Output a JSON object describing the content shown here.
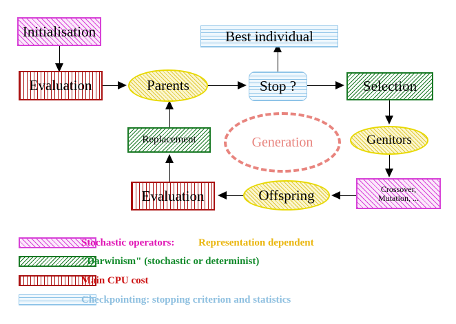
{
  "diagram": {
    "title": "Evolutionary algorithm cycle",
    "nodes": {
      "initialisation": "Initialisation",
      "evaluation_top": "Evaluation",
      "parents": "Parents",
      "best_individual": "Best individual",
      "stop": "Stop ?",
      "selection": "Selection",
      "replacement": "Replacement",
      "generation": "Generation",
      "genitors": "Genitors",
      "evaluation_bottom": "Evaluation",
      "offspring": "Offspring",
      "operators_line1": "Crossover,",
      "operators_line2": "Mutation, ..."
    }
  },
  "legend": {
    "rows": [
      {
        "swatch": "magenta-diagonal-hatch",
        "label": "Stochastic operators:",
        "label2": "Representation dependent"
      },
      {
        "swatch": "green-diagonal-hatch",
        "label": "\"Darwinism\" (stochastic or determinist)",
        "label2": ""
      },
      {
        "swatch": "red-vertical-hatch",
        "label": "Main CPU cost",
        "label2": ""
      },
      {
        "swatch": "blue-horizontal-hatch",
        "label": "Checkpointing: stopping criterion and statistics",
        "label2": ""
      }
    ]
  },
  "colors": {
    "stochastic": "#e013b4",
    "representation": "#eab60f",
    "darwinism": "#128a2b",
    "cpu": "#cc1111",
    "checkpointing": "#8fc0e0",
    "generation": "#e8847e",
    "ellipse": "#e8d900"
  }
}
